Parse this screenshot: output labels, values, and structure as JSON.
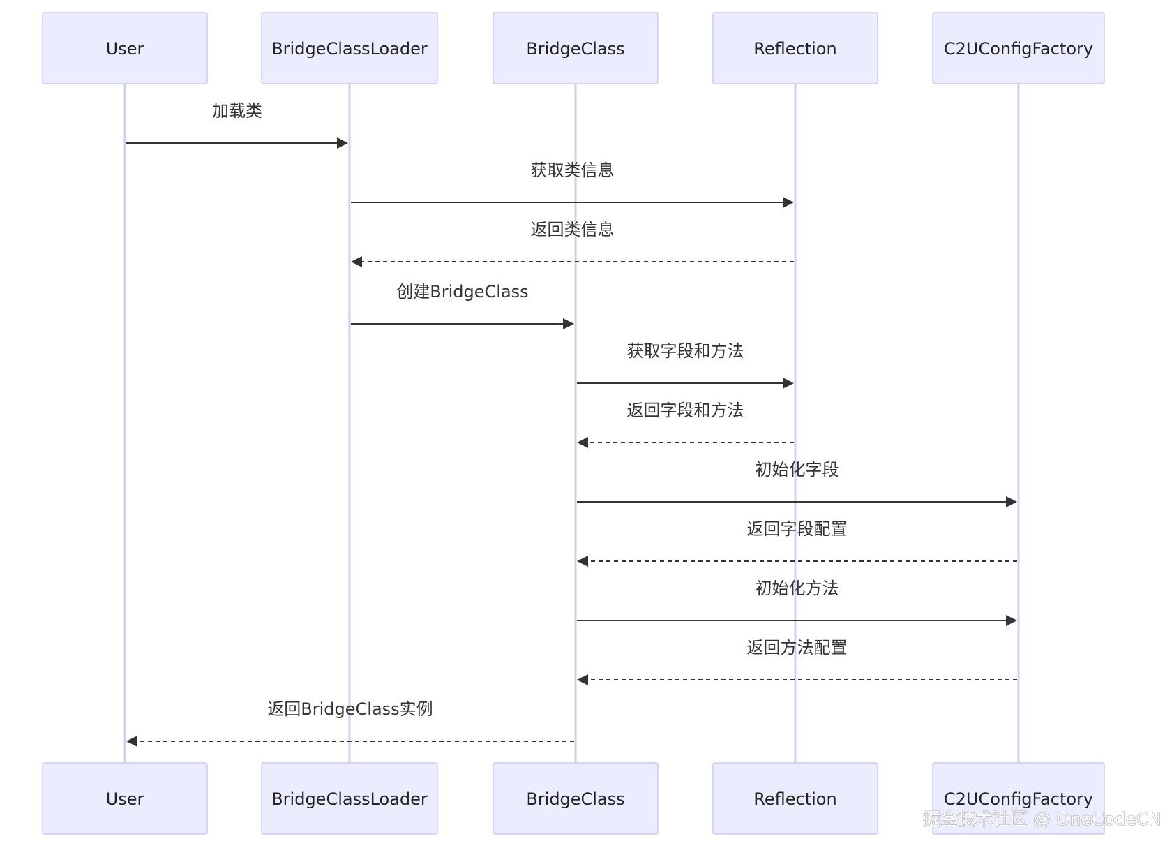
{
  "participants": [
    {
      "id": "user",
      "label": "User"
    },
    {
      "id": "loader",
      "label": "BridgeClassLoader"
    },
    {
      "id": "bridge",
      "label": "BridgeClass"
    },
    {
      "id": "reflection",
      "label": "Reflection"
    },
    {
      "id": "factory",
      "label": "C2UConfigFactory"
    }
  ],
  "messages": [
    {
      "from": "user",
      "to": "loader",
      "label": "加载类",
      "style": "solid"
    },
    {
      "from": "loader",
      "to": "reflection",
      "label": "获取类信息",
      "style": "solid"
    },
    {
      "from": "reflection",
      "to": "loader",
      "label": "返回类信息",
      "style": "dashed"
    },
    {
      "from": "loader",
      "to": "bridge",
      "label": "创建BridgeClass",
      "style": "solid"
    },
    {
      "from": "bridge",
      "to": "reflection",
      "label": "获取字段和方法",
      "style": "solid"
    },
    {
      "from": "reflection",
      "to": "bridge",
      "label": "返回字段和方法",
      "style": "dashed"
    },
    {
      "from": "bridge",
      "to": "factory",
      "label": "初始化字段",
      "style": "solid"
    },
    {
      "from": "factory",
      "to": "bridge",
      "label": "返回字段配置",
      "style": "dashed"
    },
    {
      "from": "bridge",
      "to": "factory",
      "label": "初始化方法",
      "style": "solid"
    },
    {
      "from": "factory",
      "to": "bridge",
      "label": "返回方法配置",
      "style": "dashed"
    },
    {
      "from": "bridge",
      "to": "user",
      "label": "返回BridgeClass实例",
      "style": "dashed"
    }
  ],
  "watermark": "掘金技术社区 @ OneCodeCN",
  "colors": {
    "actor_fill": "#ECECFF",
    "actor_border": "#C9C9F2",
    "lifeline": "#CFCFF0",
    "arrow": "#333333"
  }
}
